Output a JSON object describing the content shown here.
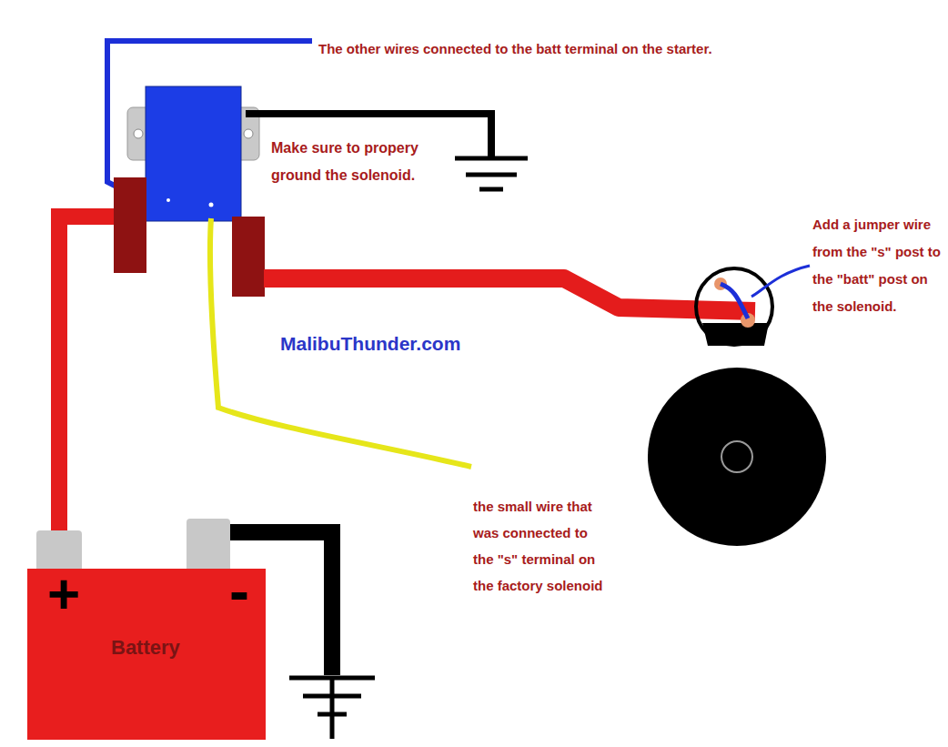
{
  "diagram": {
    "nodes": [
      {
        "text": [
          "+",
          "-",
          "Battery"
        ]
      }
    ],
    "labels": [
      "The other wires connected to the batt terminal on the starter.",
      "Make sure to propery ground the solenoid.",
      "Add a jumper wire from the \"s\" post to the \"batt\" post on the solenoid.",
      "MalibuThunder.com",
      "the small wire that was connected to the \"s\" terminal on the factory solenoid"
    ]
  }
}
